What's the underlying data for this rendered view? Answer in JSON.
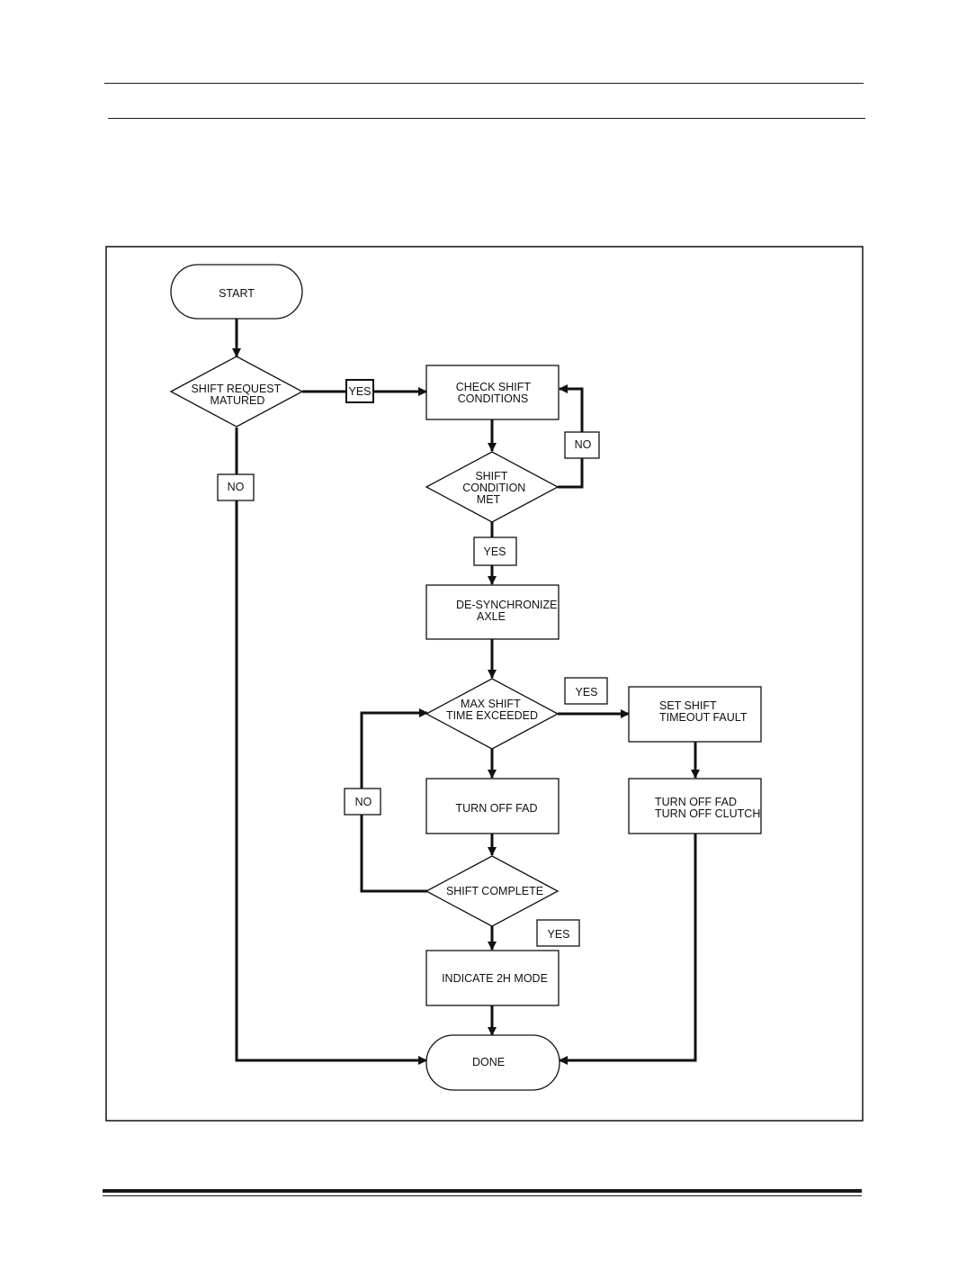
{
  "nodes": {
    "start": {
      "lines": [
        "START"
      ]
    },
    "shift_request_matured": {
      "lines": [
        "SHIFT REQUEST",
        "MATURED"
      ]
    },
    "check_shift_conditions": {
      "lines": [
        "CHECK SHIFT",
        "CONDITIONS"
      ]
    },
    "shift_condition_met": {
      "lines": [
        "SHIFT",
        "CONDITION",
        "MET"
      ]
    },
    "de_synchronize_axle": {
      "lines": [
        "DE-SYNCHRONIZE",
        "AXLE"
      ]
    },
    "max_shift_time_exceeded": {
      "lines": [
        "MAX SHIFT",
        "TIME EXCEEDED"
      ]
    },
    "set_shift_timeout_fault": {
      "lines": [
        "SET SHIFT",
        "TIMEOUT FAULT"
      ]
    },
    "turn_off_fad": {
      "lines": [
        "TURN OFF FAD"
      ]
    },
    "turn_off_fad_clutch": {
      "lines": [
        "TURN OFF FAD",
        "TURN OFF CLUTCH"
      ]
    },
    "shift_complete": {
      "lines": [
        "SHIFT COMPLETE"
      ]
    },
    "indicate_2h_mode": {
      "lines": [
        "INDICATE 2H MODE"
      ]
    },
    "done": {
      "lines": [
        "DONE"
      ]
    }
  },
  "edge_labels": {
    "yes_shift_request": "YES",
    "no_shift_request": "NO",
    "no_shift_condition": "NO",
    "yes_shift_condition": "YES",
    "yes_max_shift_time": "YES",
    "no_shift_complete": "NO",
    "yes_shift_complete": "YES"
  },
  "colors": {
    "line": "#111111",
    "background": "#ffffff"
  }
}
